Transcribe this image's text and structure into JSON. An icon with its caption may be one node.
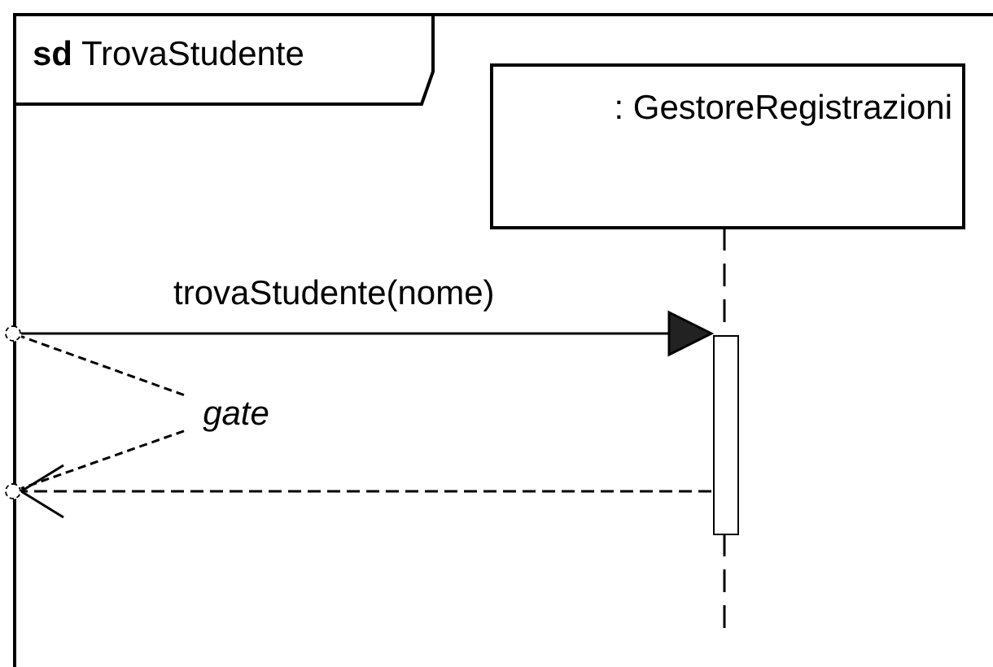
{
  "diagram": {
    "nodes": [
      {
        "text": [
          "**sd** TrovaStudente"
        ]
      },
      {
        "text": [
          ": GestoreRegistrazioni"
        ],
        "in": 0
      },
      {
        "text": [],
        "shape": "bar",
        "in": 0
      },
      {
        "text": [],
        "shape": "circle"
      },
      {
        "text": [],
        "shape": "circle"
      },
      {
        "text": [
          "gate"
        ],
        "in": 0
      }
    ],
    "edges": [
      {
        "from": 1,
        "to": 2,
        "arrow": "none",
        "style": "dashed"
      },
      {
        "from": 3,
        "to": 2,
        "arrow": "to",
        "label": "trovaStudente(nome)"
      },
      {
        "from": 2,
        "to": 4,
        "arrow": "to",
        "style": "dashed"
      },
      {
        "from": 5,
        "to": 3,
        "arrow": "none",
        "style": "dashed"
      },
      {
        "from": 5,
        "to": 4,
        "arrow": "none",
        "style": "dashed"
      }
    ]
  }
}
